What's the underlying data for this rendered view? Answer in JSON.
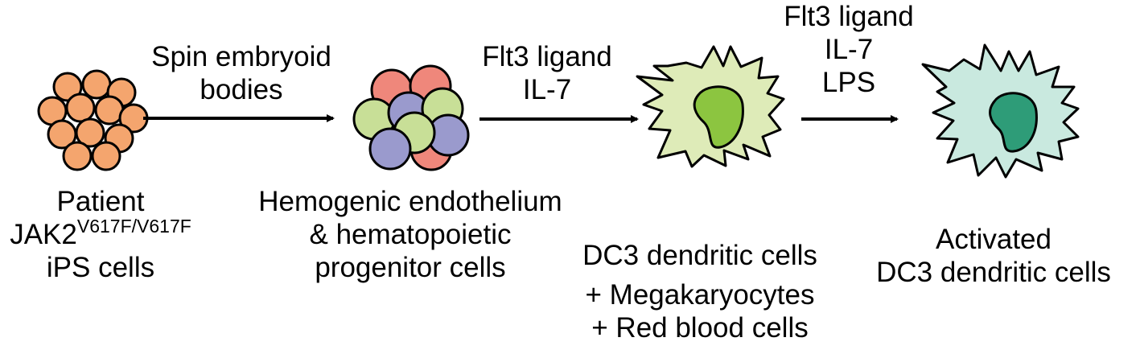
{
  "stages": {
    "ips": {
      "line1": "Patient",
      "line2_main": "JAK2",
      "line2_sup": "V617F/V617F",
      "line3": "iPS cells",
      "color": "#F4A56E"
    },
    "hemogenic": {
      "line1": "Hemogenic endothelium",
      "line2": "& hematopoietic",
      "line3": "progenitor cells",
      "colors": {
        "red": "#EF877B",
        "green": "#C8DF97",
        "blue": "#9A9ACD"
      }
    },
    "dc3": {
      "line1": "DC3 dendritic cells",
      "line2": "+ Megakaryocytes",
      "line3": "+ Red blood cells",
      "body_color": "#DEEBB8",
      "nucleus_color": "#8CC540"
    },
    "activated": {
      "line1": "Activated",
      "line2": "DC3 dendritic cells",
      "body_color": "#C9E9DF",
      "nucleus_color": "#2E9C78"
    }
  },
  "steps": {
    "step1": {
      "line1": "Spin embryoid",
      "line2": "bodies"
    },
    "step2": {
      "line1": "Flt3 ligand",
      "line2": "IL-7"
    },
    "step3": {
      "line1": "Flt3 ligand",
      "line2": "IL-7",
      "line3": "LPS"
    }
  }
}
